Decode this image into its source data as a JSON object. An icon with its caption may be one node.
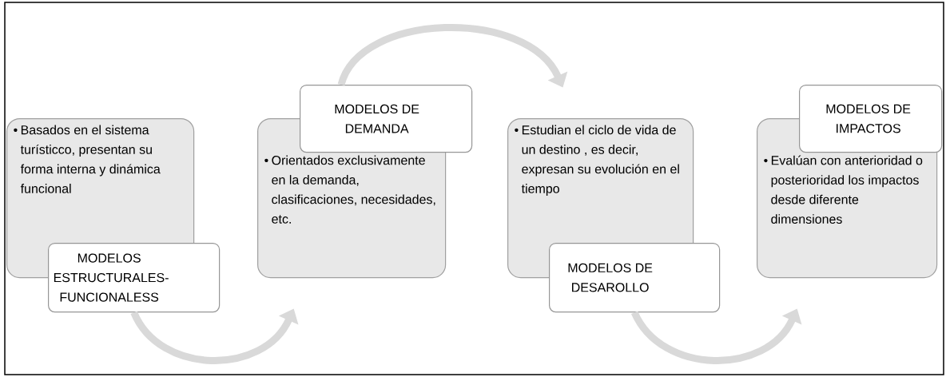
{
  "diagram": {
    "nodes": [
      {
        "text": [
          "•",
          "Basados en el sistema turísticco, presentan su forma interna y dinámica funcional"
        ]
      },
      {
        "text": [
          "MODELOS ESTRUCTURALES-FUNCIONALESS"
        ]
      },
      {
        "text": [
          "•",
          "Orientados exclusivamente en la demanda, clasificaciones, necesidades, etc."
        ]
      },
      {
        "text": [
          "MODELOS DE DEMANDA"
        ]
      },
      {
        "text": [
          "•",
          "Estudian el ciclo de vida de un destino , es decir, expresan su evolución en el tiempo"
        ]
      },
      {
        "text": [
          "MODELOS DE DESAROLLO"
        ]
      },
      {
        "text": [
          "•",
          "Evalúan con anterioridad o posterioridad los impactos desde diferente dimensiones"
        ]
      },
      {
        "text": [
          "MODELOS DE IMPACTOS"
        ]
      }
    ],
    "edges": [
      {
        "from": 1,
        "to": 2,
        "arrow": "to"
      },
      {
        "from": 3,
        "to": 4,
        "arrow": "to"
      },
      {
        "from": 5,
        "to": 6,
        "arrow": "to"
      }
    ]
  }
}
